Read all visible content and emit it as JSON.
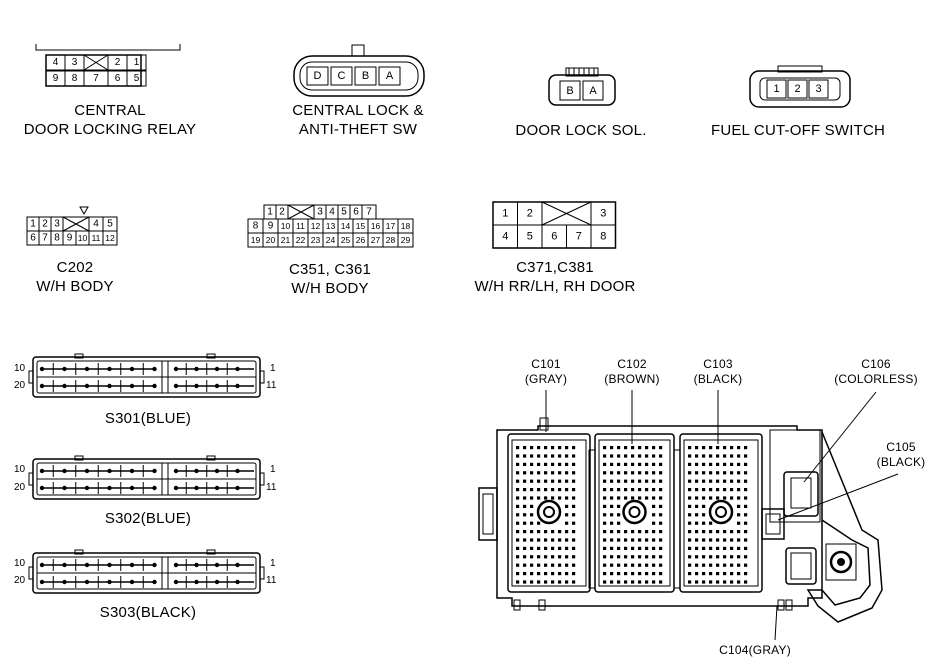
{
  "connectors": {
    "relay": {
      "row1": [
        "4",
        "3",
        "",
        "2",
        "1"
      ],
      "row2": [
        "9",
        "8",
        "7",
        "6",
        "5"
      ],
      "label1": "CENTRAL",
      "label2": "DOOR LOCKING RELAY"
    },
    "lock_sw": {
      "pins": [
        "D",
        "C",
        "B",
        "A"
      ],
      "label1": "CENTRAL LOCK &",
      "label2": "ANTI-THEFT SW"
    },
    "door_sol": {
      "pins": [
        "B",
        "A"
      ],
      "label1": "DOOR LOCK SOL."
    },
    "fuel_cut": {
      "pins": [
        "1",
        "2",
        "3"
      ],
      "label1": "FUEL CUT-OFF SWITCH"
    },
    "c202": {
      "row1": [
        "1",
        "2",
        "3",
        "",
        "4",
        "5"
      ],
      "row2": [
        "6",
        "7",
        "8",
        "9",
        "10",
        "11",
        "12"
      ],
      "label1": "C202",
      "label2": "W/H BODY"
    },
    "c351": {
      "row1": [
        "1",
        "2",
        "",
        "3",
        "4",
        "5",
        "6",
        "7"
      ],
      "row2": [
        "8",
        "9",
        "10",
        "11",
        "12",
        "13",
        "14",
        "15",
        "16",
        "17",
        "18"
      ],
      "row3": [
        "19",
        "20",
        "21",
        "22",
        "23",
        "24",
        "25",
        "26",
        "27",
        "28",
        "29"
      ],
      "label1": "C351, C361",
      "label2": "W/H BODY"
    },
    "c371": {
      "row1": [
        "1",
        "2",
        "",
        "3"
      ],
      "row2": [
        "4",
        "5",
        "6",
        "7",
        "8"
      ],
      "label1": "C371,C381",
      "label2": "W/H RR/LH, RH DOOR"
    },
    "splices": [
      {
        "name": "S301(BLUE)",
        "pin_tl": "10",
        "pin_bl": "20",
        "pin_tr": "1",
        "pin_br": "11"
      },
      {
        "name": "S302(BLUE)",
        "pin_tl": "10",
        "pin_bl": "20",
        "pin_tr": "1",
        "pin_br": "11"
      },
      {
        "name": "S303(BLACK)",
        "pin_tl": "10",
        "pin_bl": "20",
        "pin_tr": "1",
        "pin_br": "11"
      }
    ],
    "fuse_box": {
      "c101": {
        "name": "C101",
        "color": "(GRAY)"
      },
      "c102": {
        "name": "C102",
        "color": "(BROWN)"
      },
      "c103": {
        "name": "C103",
        "color": "(BLACK)"
      },
      "c106": {
        "name": "C106",
        "color": "(COLORLESS)"
      },
      "c105": {
        "name": "C105",
        "color": "(BLACK)"
      },
      "c104": {
        "name": "C104(GRAY)"
      }
    }
  }
}
